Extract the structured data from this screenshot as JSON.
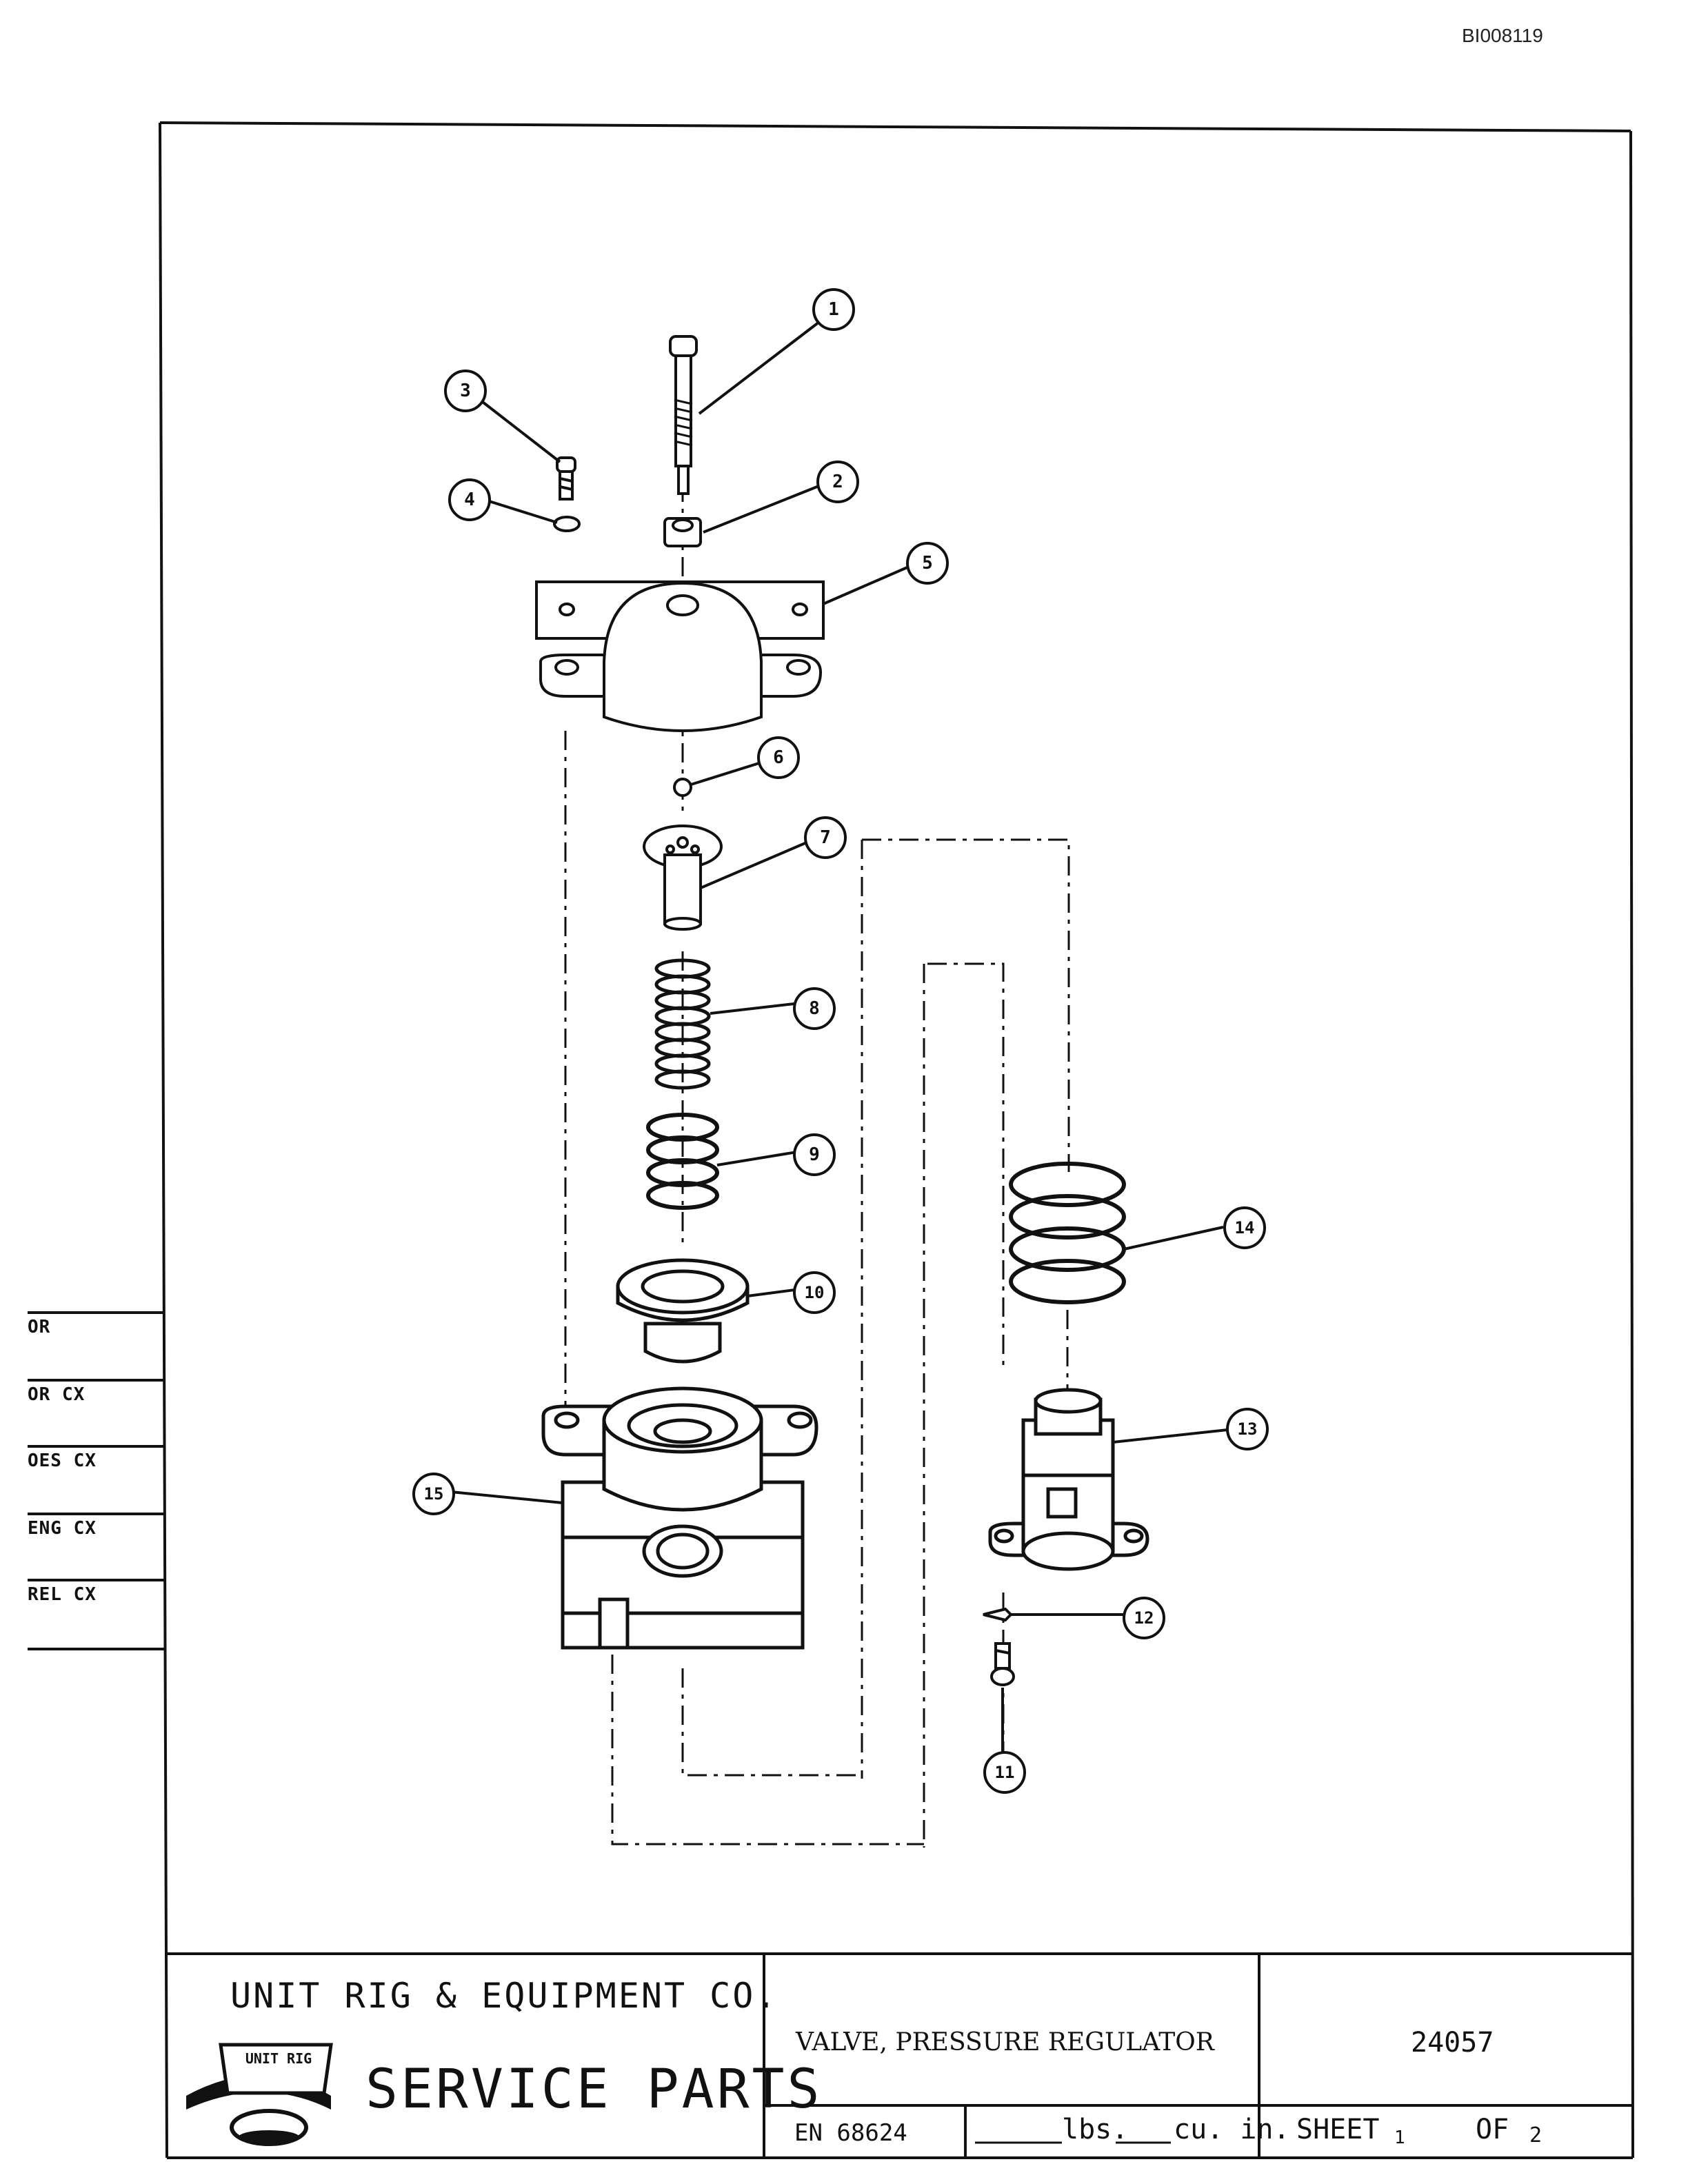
{
  "header": {
    "doc_id": "BI008119"
  },
  "callouts": [
    "1",
    "2",
    "3",
    "4",
    "5",
    "6",
    "7",
    "8",
    "9",
    "10",
    "11",
    "12",
    "13",
    "14",
    "15"
  ],
  "side_labels": [
    "OR",
    "OR CX",
    "OES CX",
    "ENG CX",
    "REL CX"
  ],
  "title_block": {
    "company": "UNIT RIG & EQUIPMENT CO.",
    "logo_text": "UNIT RIG",
    "service_parts": "SERVICE PARTS",
    "title": "VALVE, PRESSURE REGULATOR",
    "part_number": "24057",
    "en_number": "EN 68624",
    "weight_unit": "lbs.",
    "volume_unit": "cu. in.",
    "sheet_label": "SHEET",
    "sheet_number": "1",
    "of_label": "OF",
    "sheet_total": "2"
  }
}
